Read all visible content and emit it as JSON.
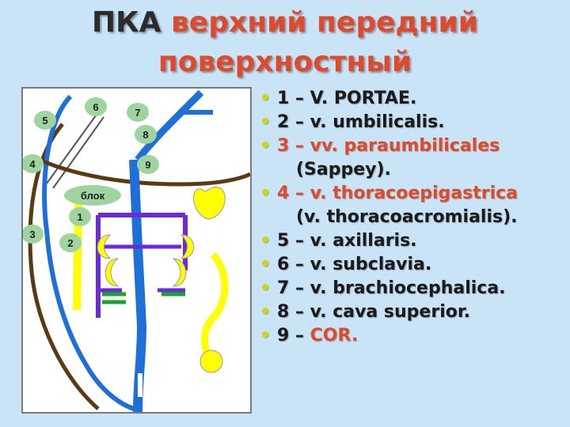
{
  "title": {
    "abbr": "ПКА",
    "rest": "верхний передний",
    "line2": "поверхностный"
  },
  "diagram": {
    "labels": {
      "n1": "1",
      "n2": "2",
      "n3": "3",
      "n4": "4",
      "n5": "5",
      "n6": "6",
      "n7": "7",
      "n8": "8",
      "n9": "9",
      "block": "блок"
    },
    "colors": {
      "blue": "#1f6fd8",
      "purple": "#6b2bd6",
      "yellow": "#ffff00",
      "brown": "#5a3a12",
      "green": "#1aa52a",
      "bubble": "#9fd3a0"
    }
  },
  "legend": [
    {
      "main": "1 – V.  PORTAE."
    },
    {
      "main": "2 – v.  umbilicalis."
    },
    {
      "main": "3 – vv.  paraumbilicales",
      "cont": "(Sappey).",
      "red": true
    },
    {
      "main": "4 – v.  thoracoepigastrica",
      "cont": "(v. thoracoacromialis).",
      "red": true
    },
    {
      "main": "5 – v.  axillaris."
    },
    {
      "main": "6 – v.  subclavia."
    },
    {
      "main": "7 – v.  brachiocephalica."
    },
    {
      "main": "8 – v.  cava  superior."
    },
    {
      "prefix": "9 – ",
      "red_text": "COR."
    }
  ]
}
